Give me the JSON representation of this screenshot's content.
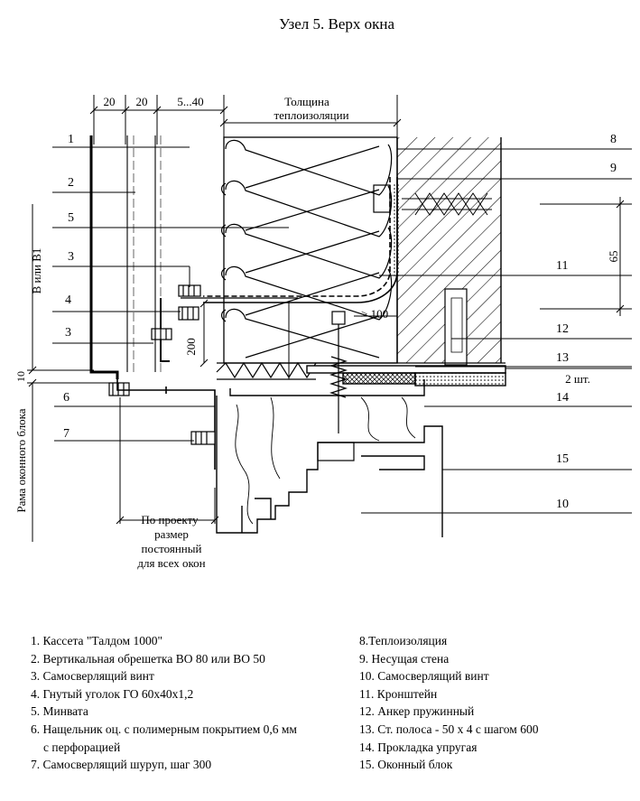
{
  "title": "Узел 5. Верх окна",
  "dimensions": {
    "d20a": "20",
    "d20b": "20",
    "d5_40": "5...40",
    "thickness_line1": "Толщина",
    "thickness_line2": "теплоизоляции",
    "d65": "65",
    "d200": "200",
    "d10": "10",
    "gt100": "> 100",
    "two_pcs": "2 шт."
  },
  "side_labels": {
    "v_or_v1": "В или В1",
    "frame": "Рама оконного блока"
  },
  "note": [
    "По проекту",
    "размер",
    "постоянный",
    "для всех окон"
  ],
  "callouts_left": [
    "1",
    "2",
    "5",
    "3",
    "4",
    "3",
    "6",
    "7"
  ],
  "callouts_right": [
    "8",
    "9",
    "11",
    "12",
    "13",
    "14",
    "15",
    "10"
  ],
  "legend_left": [
    "1. Кассета \"Талдом 1000\"",
    "2. Вертикальная обрешетка ВО 80 или ВО 50",
    "3. Самосверлящий винт",
    "4. Гнутый уголок ГО 60х40х1,2",
    "5. Минвата",
    "6. Нащельник оц. с полимерным покрытием 0,6 мм",
    "с перфорацией",
    "7. Самосверлящий шуруп, шаг 300"
  ],
  "legend_right": [
    "8.Теплоизоляция",
    "9. Несущая стена",
    "10. Самосверлящий винт",
    "11. Кронштейн",
    "12.  Анкер пружинный",
    "13. Ст. полоса  - 50 х 4 с шагом 600",
    "14. Прокладка упругая",
    "15. Оконный блок"
  ]
}
